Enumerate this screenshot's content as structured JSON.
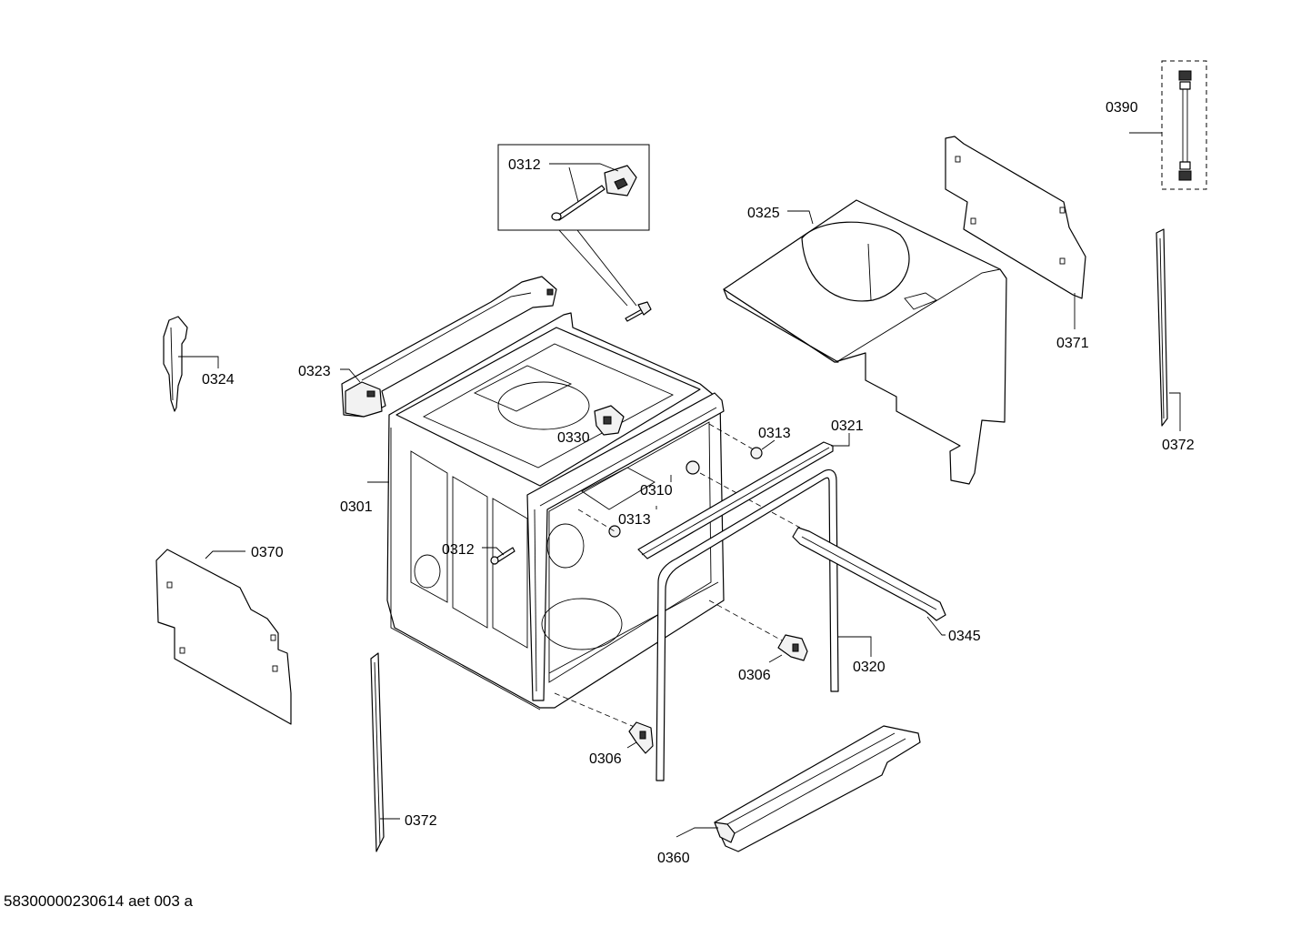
{
  "labels": {
    "p0312_detail": "0312",
    "p0390": "0390",
    "p0325": "0325",
    "p0371": "0371",
    "p0372_right": "0372",
    "p0324": "0324",
    "p0323": "0323",
    "p0330": "0330",
    "p0313_top": "0313",
    "p0321": "0321",
    "p0310": "0310",
    "p0313_mid": "0313",
    "p0301": "0301",
    "p0312_mid": "0312",
    "p0370": "0370",
    "p0345": "0345",
    "p0306_right": "0306",
    "p0320": "0320",
    "p0306_bottom": "0306",
    "p0372_left": "0372",
    "p0360": "0360"
  },
  "footer": "58300000230614 aet 003 a"
}
